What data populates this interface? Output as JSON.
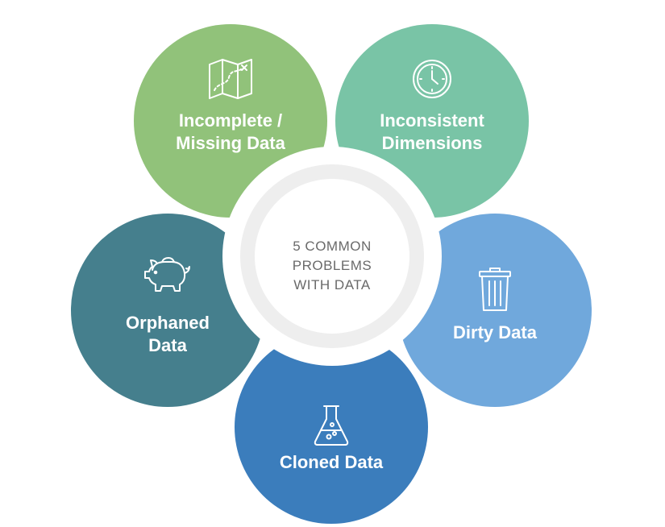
{
  "center": {
    "text": "5 COMMON\nPROBLEMS\nWITH DATA"
  },
  "petals": [
    {
      "label": "Incomplete /\nMissing Data",
      "icon": "map-icon",
      "color": "#91c27a"
    },
    {
      "label": "Inconsistent\nDimensions",
      "icon": "clock-icon",
      "color": "#79c4a6"
    },
    {
      "label": "Dirty Data",
      "icon": "trash-can-icon",
      "color": "#70a8dc"
    },
    {
      "label": "Cloned Data",
      "icon": "flask-icon",
      "color": "#3b7dbc"
    },
    {
      "label": "Orphaned\nData",
      "icon": "piggy-bank-icon",
      "color": "#457f8d"
    }
  ]
}
